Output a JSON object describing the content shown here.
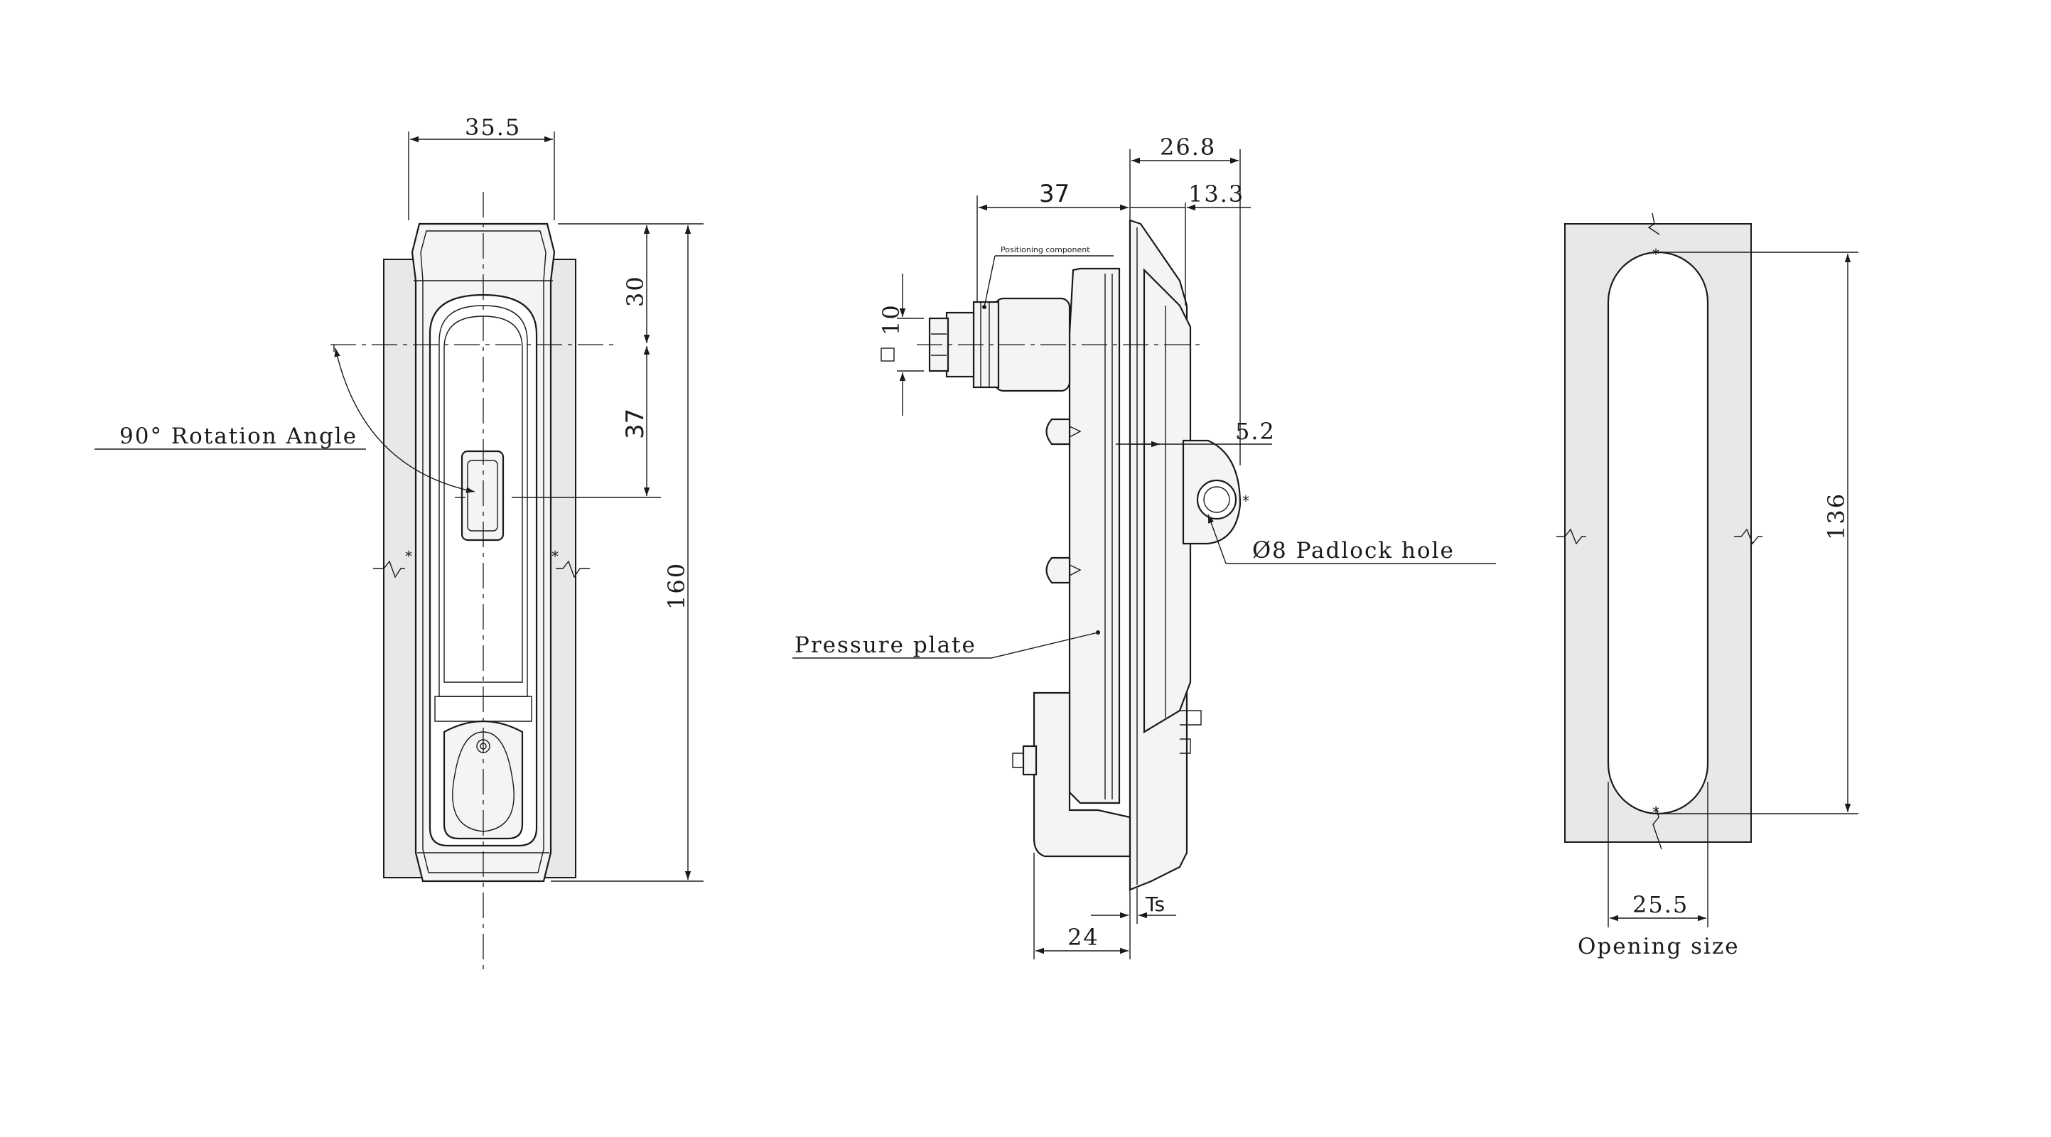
{
  "front_view": {
    "dim_width": "35.5",
    "dim_top": "30",
    "dim_handle": "37",
    "dim_height": "160",
    "label_rotation": "90° Rotation Angle"
  },
  "side_view": {
    "dim_depth_total": "26.8",
    "dim_rear": "37",
    "dim_front": "13.3",
    "dim_square": "10",
    "dim_offset": "5.2",
    "dim_base": "24",
    "dim_ts": "Ts",
    "label_positioning": "Positioning component",
    "label_padlock_symbol": "Ø",
    "label_padlock": "8 Padlock hole",
    "label_pressure_plate": "Pressure plate"
  },
  "cutout_view": {
    "dim_height": "136",
    "dim_width": "25.5",
    "label_opening": "Opening size"
  }
}
